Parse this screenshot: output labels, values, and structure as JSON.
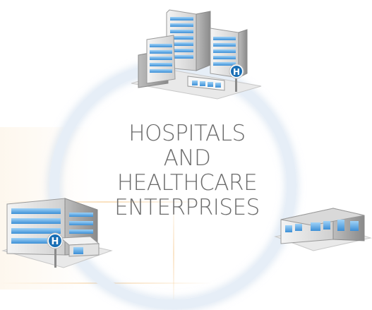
{
  "diagram": {
    "center_label": [
      "HOSPITALS",
      "AND",
      "HEALTHCARE",
      "ENTERPRISES"
    ],
    "nodes": [
      {
        "name": "large-hospital-complex",
        "sign": "H"
      },
      {
        "name": "mid-size-hospital",
        "sign": "H"
      },
      {
        "name": "clinic-building",
        "sign": ""
      }
    ]
  },
  "colors": {
    "ring": "#e6eef7",
    "label": "#6c6c6c",
    "glass": "#5aa8e6",
    "sign": "#1a6fb5"
  }
}
